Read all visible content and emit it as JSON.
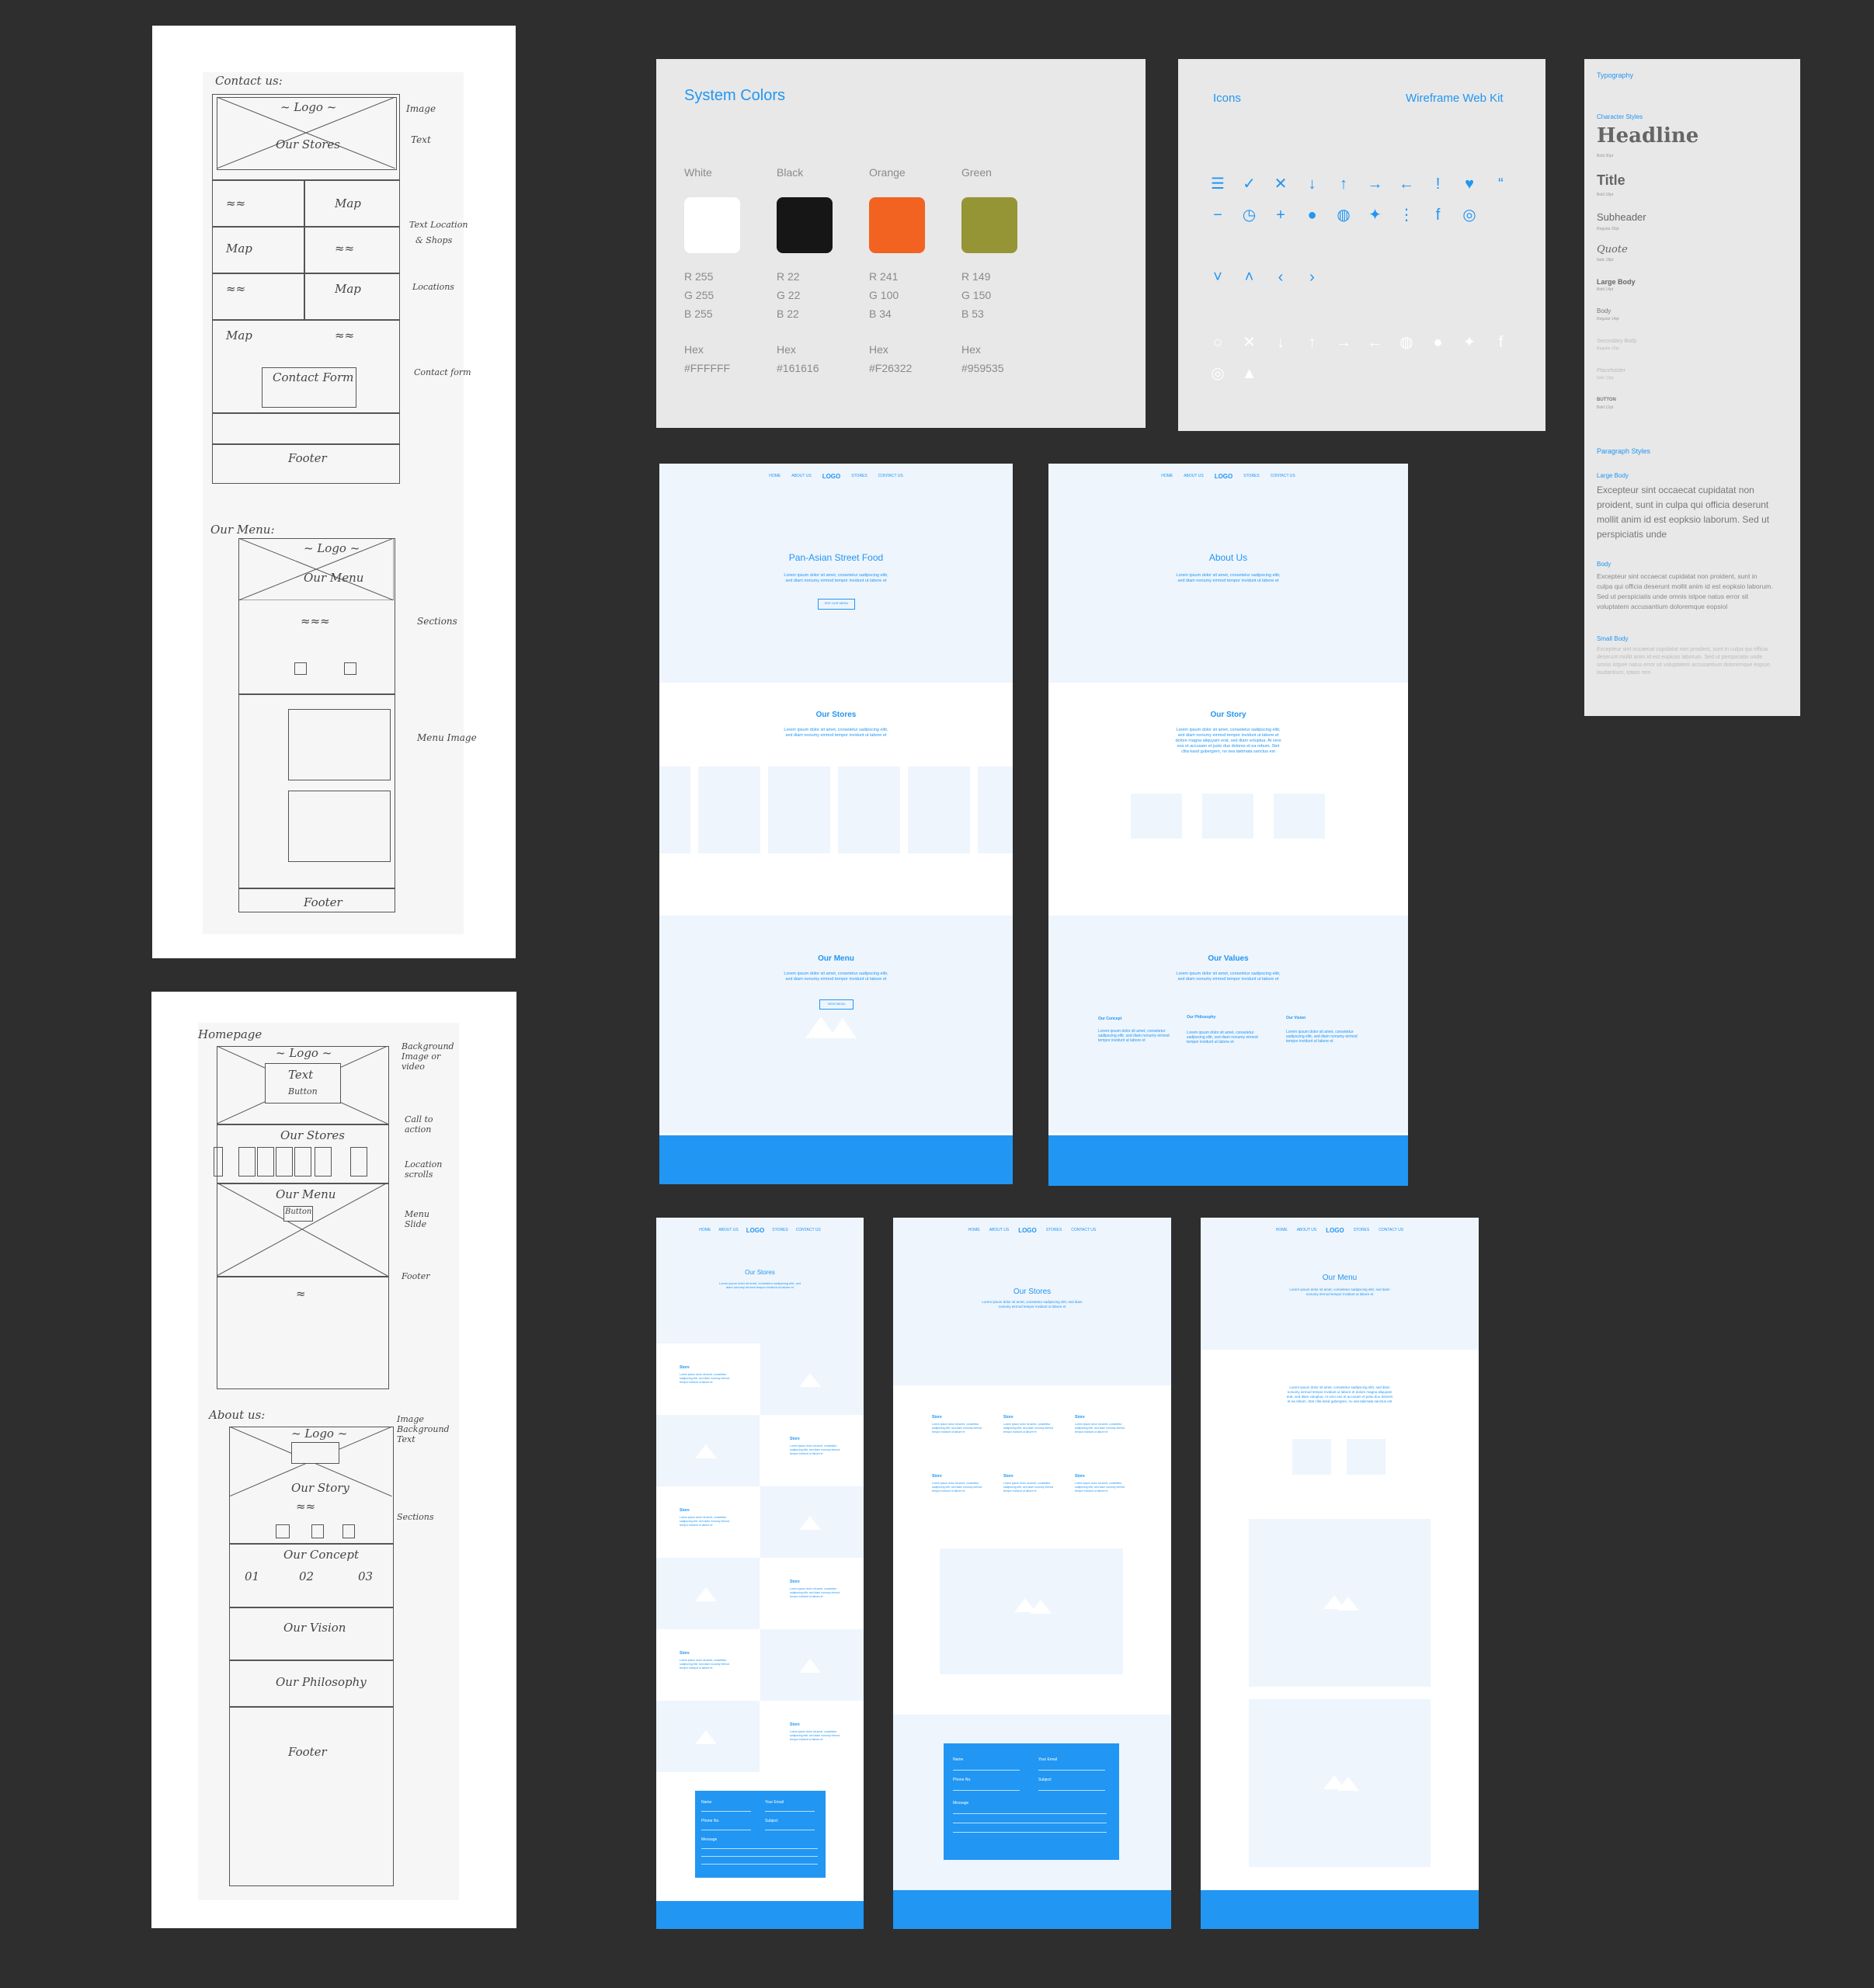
{
  "sketches": {
    "contact": {
      "title": "Contact us:",
      "notes": [
        "Image",
        "Text",
        "Text Location",
        "& Shops",
        "Locations",
        "Contact form"
      ],
      "labels": [
        "~ Logo ~",
        "Our Stores",
        "Map",
        "Map",
        "Map",
        "Map",
        "Contact Form",
        "Footer"
      ]
    },
    "menu": {
      "title": "Our Menu:",
      "notes": [
        "Sections",
        "Menu Image"
      ],
      "labels": [
        "~ Logo ~",
        "Our Menu",
        "Footer"
      ]
    },
    "home": {
      "title": "Homepage",
      "notes": [
        "Background Image or video",
        "Call to action",
        "Location scrolls",
        "Menu Slide",
        "Footer"
      ],
      "labels": [
        "~ Logo ~",
        "Text",
        "Button",
        "Our Stores",
        "Our Menu",
        "Button"
      ]
    },
    "about": {
      "title": "About us:",
      "notes": [
        "Image Background Text",
        "Sections"
      ],
      "labels": [
        "~ Logo ~",
        "Our Story",
        "Our Concept",
        "01",
        "02",
        "03",
        "Our Vision",
        "Our Philosophy",
        "Footer"
      ]
    }
  },
  "system_colors": {
    "title": "System Colors",
    "colors": [
      {
        "name": "White",
        "hex_color": "#FFFFFF",
        "r": "R 255",
        "g": "G 255",
        "b": "B 255",
        "hex_label": "Hex",
        "hex": "#FFFFFF"
      },
      {
        "name": "Black",
        "hex_color": "#161616",
        "r": "R 22",
        "g": "G 22",
        "b": "B 22",
        "hex_label": "Hex",
        "hex": "#161616"
      },
      {
        "name": "Orange",
        "hex_color": "#F26322",
        "r": "R 241",
        "g": "G 100",
        "b": "B 34",
        "hex_label": "Hex",
        "hex": "#F26322"
      },
      {
        "name": "Green",
        "hex_color": "#959535",
        "r": "R 149",
        "g": "G 150",
        "b": "B 53",
        "hex_label": "Hex",
        "hex": "#959535"
      }
    ]
  },
  "icons_panel": {
    "title": "Icons",
    "kit": "Wireframe Web Kit",
    "row1": [
      "menu-icon",
      "check-icon",
      "close-icon",
      "arrow-down-icon",
      "arrow-up-icon",
      "arrow-right-icon",
      "arrow-left-icon",
      "alert-icon",
      "heart-icon",
      "quote-icon"
    ],
    "row2": [
      "minus-icon",
      "clock-icon",
      "plus-icon",
      "user-icon",
      "globe-icon",
      "twitter-icon",
      "more-icon",
      "facebook-icon",
      "instagram-icon"
    ],
    "row3": [
      "chevron-down-icon",
      "chevron-up-icon",
      "chevron-left-icon",
      "chevron-right-icon"
    ],
    "row4": [
      "search-icon",
      "close-icon",
      "arrow-down-icon",
      "arrow-up-icon",
      "arrow-right-icon",
      "arrow-left-icon",
      "globe-icon",
      "user-icon",
      "twitter-icon",
      "facebook-icon",
      "instagram-icon",
      "bell-icon"
    ]
  },
  "typography": {
    "title": "Typography",
    "char_styles": "Character Styles",
    "headline": "Headline",
    "headline_sub": "Bold 30pt",
    "title_style": "Title",
    "title_sub": "Bold 18pt",
    "subheader": "Subheader",
    "subheader_sub": "Regular 20pt",
    "quote": "Quote",
    "quote_sub": "Italic 18pt",
    "large_body": "Large Body",
    "large_body_sub": "Bold 14pt",
    "body": "Body",
    "body_sub": "Regular 14pt",
    "secondary_body": "Secondary Body",
    "secondary_body_sub": "Regular 12pt",
    "placeholder": "Placeholder",
    "placeholder_sub": "Italic 12pt",
    "button": "BUTTON",
    "button_sub": "Bold 12pt",
    "para_styles": "Paragraph Styles",
    "p_large_label": "Large Body",
    "p_large": "Excepteur sint occaecat cupidatat non proident, sunt in culpa qui officia deserunt mollit anim id est eopksio laborum. Sed ut perspiciatis unde",
    "p_body_label": "Body",
    "p_body": "Excepteur sint occaecat cupidatat non proident, sunt in culpa qui officia deserunt mollit anim id est eopksio laborum. Sed ut perspiciatis unde omnis istpoe natus error sit voluptatem accusantium doloremque eopsiol",
    "p_small_label": "Small Body",
    "p_small": "Excepteur sint occaecat cupidatat non proident, sunt in culpa qui officia deserunt mollit anim id est eopksio laborum. Sed ut perspiciatis unde omnis istpoe natus error sit voluptatem accusantium doloremque eopsio laudantium, totam rem"
  },
  "nav": {
    "home": "HOME",
    "about": "ABOUT US",
    "logo": "LOGO",
    "stores": "STORES",
    "contact": "CONTACT US"
  },
  "lorem": "Lorem ipsum dolor sit amet, consetetur sadipscing elitr, sed diam nonumy eirmod tempor invidunt ut labore et",
  "lorem_long": "Lorem ipsum dolor sit amet, consetetur sadipscing elitr, sed diam nonumy eirmod tempor invidunt ut labore et dolore magna aliquyam erat, sed diam voluptua. At vero eos et accusam et justo duo dolores et ea rebum. Stet clita kasd gubergren, no sea takimata sanctus est",
  "home_wf": {
    "hero": "Pan-Asian Street Food",
    "hero_btn": "SEE OUR MENU",
    "stores": "Our Stores",
    "menu": "Our Menu",
    "menu_btn": "VIEW MENU"
  },
  "about_wf": {
    "hero": "About Us",
    "story": "Our Story",
    "values": "Our Values",
    "concept": "Our Concept",
    "philosophy": "Our Philosophy",
    "vision": "Our Vision"
  },
  "stores_wf": {
    "title": "Our Stores",
    "store": "Store"
  },
  "menu_wf": {
    "title": "Our Menu"
  },
  "form": {
    "name": "Name",
    "email": "Your Email",
    "phone": "Phone No.",
    "subject": "Subject",
    "message": "Message"
  }
}
